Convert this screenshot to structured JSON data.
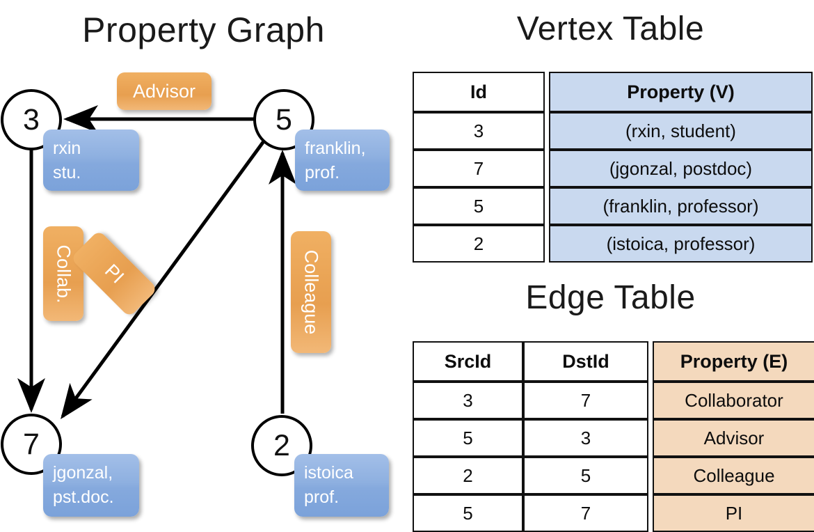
{
  "titles": {
    "property_graph": "Property Graph",
    "vertex_table": "Vertex Table",
    "edge_table": "Edge Table"
  },
  "graph": {
    "nodes": [
      {
        "id": "3",
        "label": "3",
        "property_line1": "rxin",
        "property_line2": "stu."
      },
      {
        "id": "5",
        "label": "5",
        "property_line1": "franklin,",
        "property_line2": "prof."
      },
      {
        "id": "7",
        "label": "7",
        "property_line1": "jgonzal,",
        "property_line2": "pst.doc."
      },
      {
        "id": "2",
        "label": "2",
        "property_line1": "istoica",
        "property_line2": "prof."
      }
    ],
    "edge_labels": [
      {
        "name": "advisor",
        "text": "Advisor",
        "orientation": "horizontal"
      },
      {
        "name": "collab",
        "text": "Collab.",
        "orientation": "vertical"
      },
      {
        "name": "pi",
        "text": "PI",
        "orientation": "diagonal"
      },
      {
        "name": "colleague",
        "text": "Colleague",
        "orientation": "vertical"
      }
    ]
  },
  "vertex_table": {
    "headers": [
      "Id",
      "Property (V)"
    ],
    "rows": [
      {
        "id": "3",
        "property": "(rxin, student)"
      },
      {
        "id": "7",
        "property": "(jgonzal, postdoc)"
      },
      {
        "id": "5",
        "property": "(franklin, professor)"
      },
      {
        "id": "2",
        "property": "(istoica, professor)"
      }
    ]
  },
  "edge_table": {
    "headers": [
      "SrcId",
      "DstId",
      "Property (E)"
    ],
    "rows": [
      {
        "src": "3",
        "dst": "7",
        "property": "Collaborator"
      },
      {
        "src": "5",
        "dst": "3",
        "property": "Advisor"
      },
      {
        "src": "2",
        "dst": "5",
        "property": "Colleague"
      },
      {
        "src": "5",
        "dst": "7",
        "property": "PI"
      }
    ]
  },
  "colors": {
    "vertex_property_fill": "#c9d9ef",
    "edge_property_fill": "#f4d9bd",
    "node_box_fill": "#8eb0e0",
    "edge_label_fill": "#eaa455",
    "stroke": "#000000",
    "background": "#ffffff"
  }
}
